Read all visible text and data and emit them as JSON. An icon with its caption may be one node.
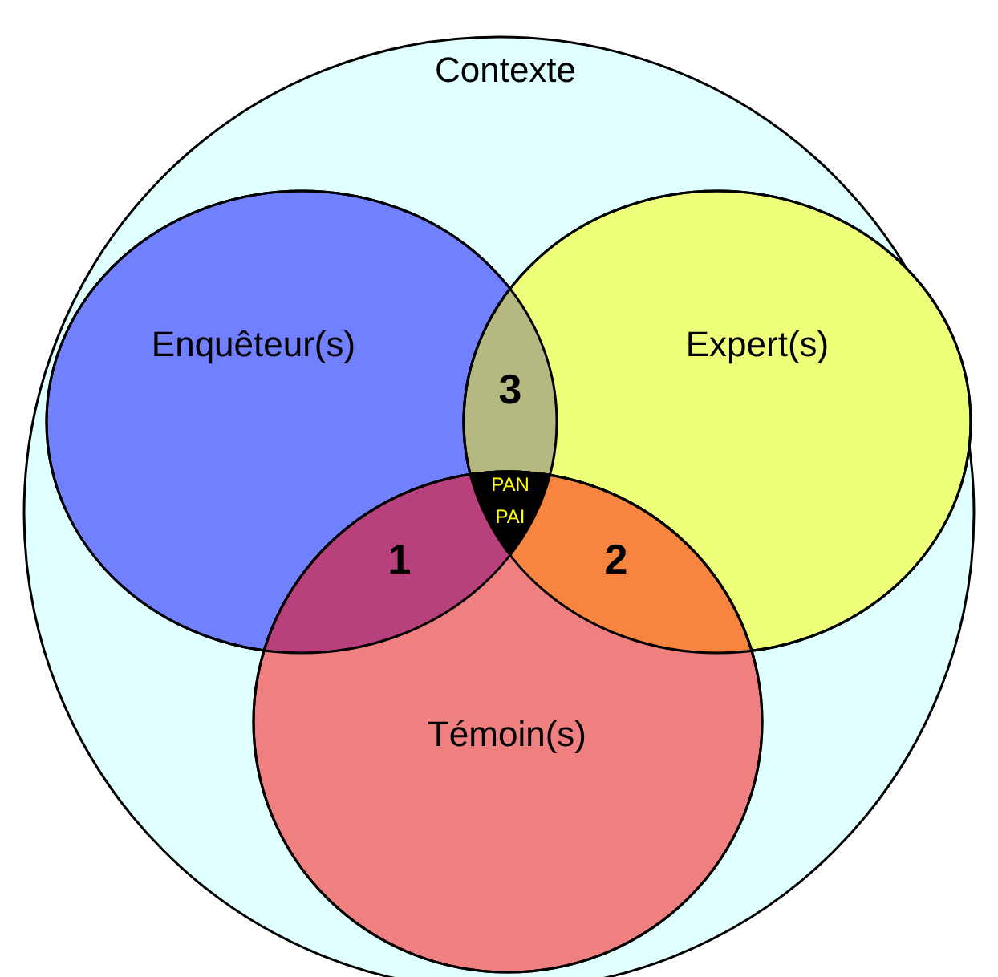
{
  "diagram": {
    "nodes": [
      {
        "text": [
          "Contexte"
        ]
      },
      {
        "text": [
          "Enquêteur(s)"
        ],
        "in": 0
      },
      {
        "text": [
          "Expert(s)"
        ],
        "in": 0
      },
      {
        "text": [
          "3"
        ]
      },
      {
        "text": [
          "PAN PAI"
        ]
      },
      {
        "text": [
          "1"
        ]
      },
      {
        "text": [
          "2"
        ]
      },
      {
        "text": [
          "Témoin(s)"
        ],
        "in": 0
      }
    ]
  }
}
